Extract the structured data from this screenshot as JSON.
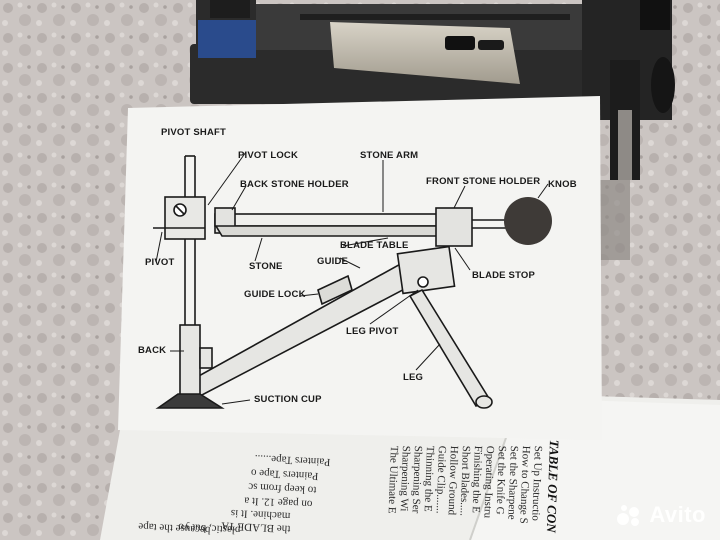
{
  "diagram_labels": {
    "pivot_shaft": "PIVOT SHAFT",
    "pivot_lock": "PIVOT LOCK",
    "stone_arm": "STONE ARM",
    "back_stone_holder": "BACK STONE HOLDER",
    "front_stone_holder": "FRONT STONE HOLDER",
    "knob": "KNOB",
    "blade_table": "BLADE TABLE",
    "pivot": "PIVOT",
    "stone": "STONE",
    "guide": "GUIDE",
    "blade_stop": "BLADE STOP",
    "guide_lock": "GUIDE LOCK",
    "leg_pivot": "LEG PIVOT",
    "back": "BACK",
    "leg": "LEG",
    "suction_cup": "SUCTION CUP"
  },
  "booklet_left_lines": [
    "Painters Tape......",
    "Painters Tape o",
    "to keep from sc",
    "on page 12. It a",
    "machine. It is",
    "the BLADE TA",
    "plastic, but yo",
    "because the tape"
  ],
  "booklet_right": {
    "title": "TABLE OF CON",
    "lines": [
      "Set Up Instructio",
      "How to Change S",
      "Set the Sharpene",
      "Set the Knife G",
      "Operating Instru",
      "Finishing the E",
      "Short Blades.....",
      "Hollow Ground",
      "Guide Clip.......",
      "Thinning the E",
      "Sharpening Ser",
      "Sharpening Wi",
      "The Ultimate E"
    ]
  },
  "watermark": {
    "brand": "Avito"
  },
  "colors": {
    "background": "#cfc9c6",
    "paper": "#f4f4f2",
    "ink": "#1a1a1a",
    "device_dark": "#2b2b2b",
    "device_blue": "#2a4b8c",
    "device_metal": "#b9b4a8"
  }
}
